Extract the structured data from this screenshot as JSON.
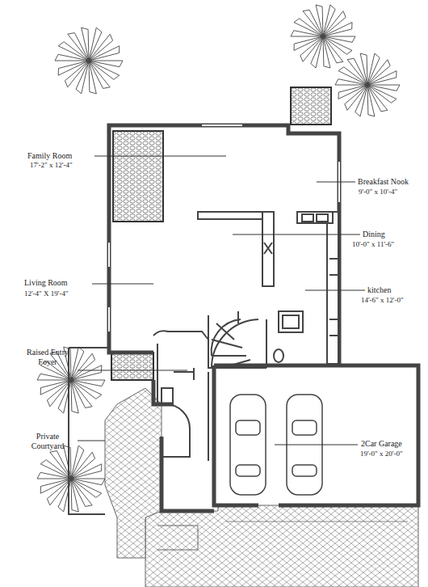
{
  "diagram": {
    "labels": [
      "Family Room",
      "17'-2\" x 12'-4\"",
      "Breakfast Nook",
      "9'-0\" x 10'-4\"",
      "Dining",
      "10'-0\" x 11'-6\"",
      "Living Room",
      "12'-4\" X 19'-4\"",
      "kitchen",
      "14'-6\" x 12'-0\"",
      "Raised Entry Foyer",
      "Private Courtyard",
      "2Car Garage",
      "19'-0\" x 20'-0\""
    ]
  }
}
